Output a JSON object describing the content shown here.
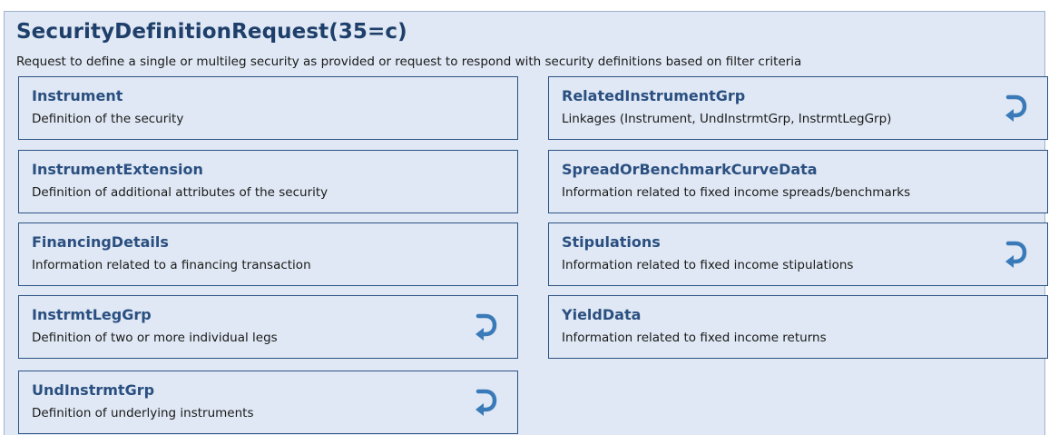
{
  "message": {
    "title": "SecurityDefinitionRequest(35=c)",
    "description": "Request to define a single or multileg security as provided or request to respond with security definitions based on filter criteria"
  },
  "components": {
    "left": [
      {
        "name": "Instrument",
        "description": "Definition of the security",
        "repeating": false
      },
      {
        "name": "InstrumentExtension",
        "description": "Definition of additional attributes of the security",
        "repeating": false
      },
      {
        "name": "FinancingDetails",
        "description": "Information related to a financing transaction",
        "repeating": false
      },
      {
        "name": "InstrmtLegGrp",
        "description": "Definition of two or more individual legs",
        "repeating": true
      },
      {
        "name": "UndInstrmtGrp",
        "description": "Definition of underlying instruments",
        "repeating": true
      }
    ],
    "right": [
      {
        "name": "RelatedInstrumentGrp",
        "description": "Linkages (Instrument, UndInstrmtGrp, InstrmtLegGrp)",
        "repeating": true
      },
      {
        "name": "SpreadOrBenchmarkCurveData",
        "description": "Information related to fixed income spreads/benchmarks",
        "repeating": false
      },
      {
        "name": "Stipulations",
        "description": "Information related to fixed income stipulations",
        "repeating": true
      },
      {
        "name": "YieldData",
        "description": "Information related to fixed income returns",
        "repeating": false
      }
    ]
  },
  "icons": {
    "repeating_group": "curved-return-arrow-icon"
  },
  "colors": {
    "accent": "#2a4f80",
    "background": "#dfe8f4",
    "border": "#2d5384",
    "icon": "#3a7ab8"
  }
}
